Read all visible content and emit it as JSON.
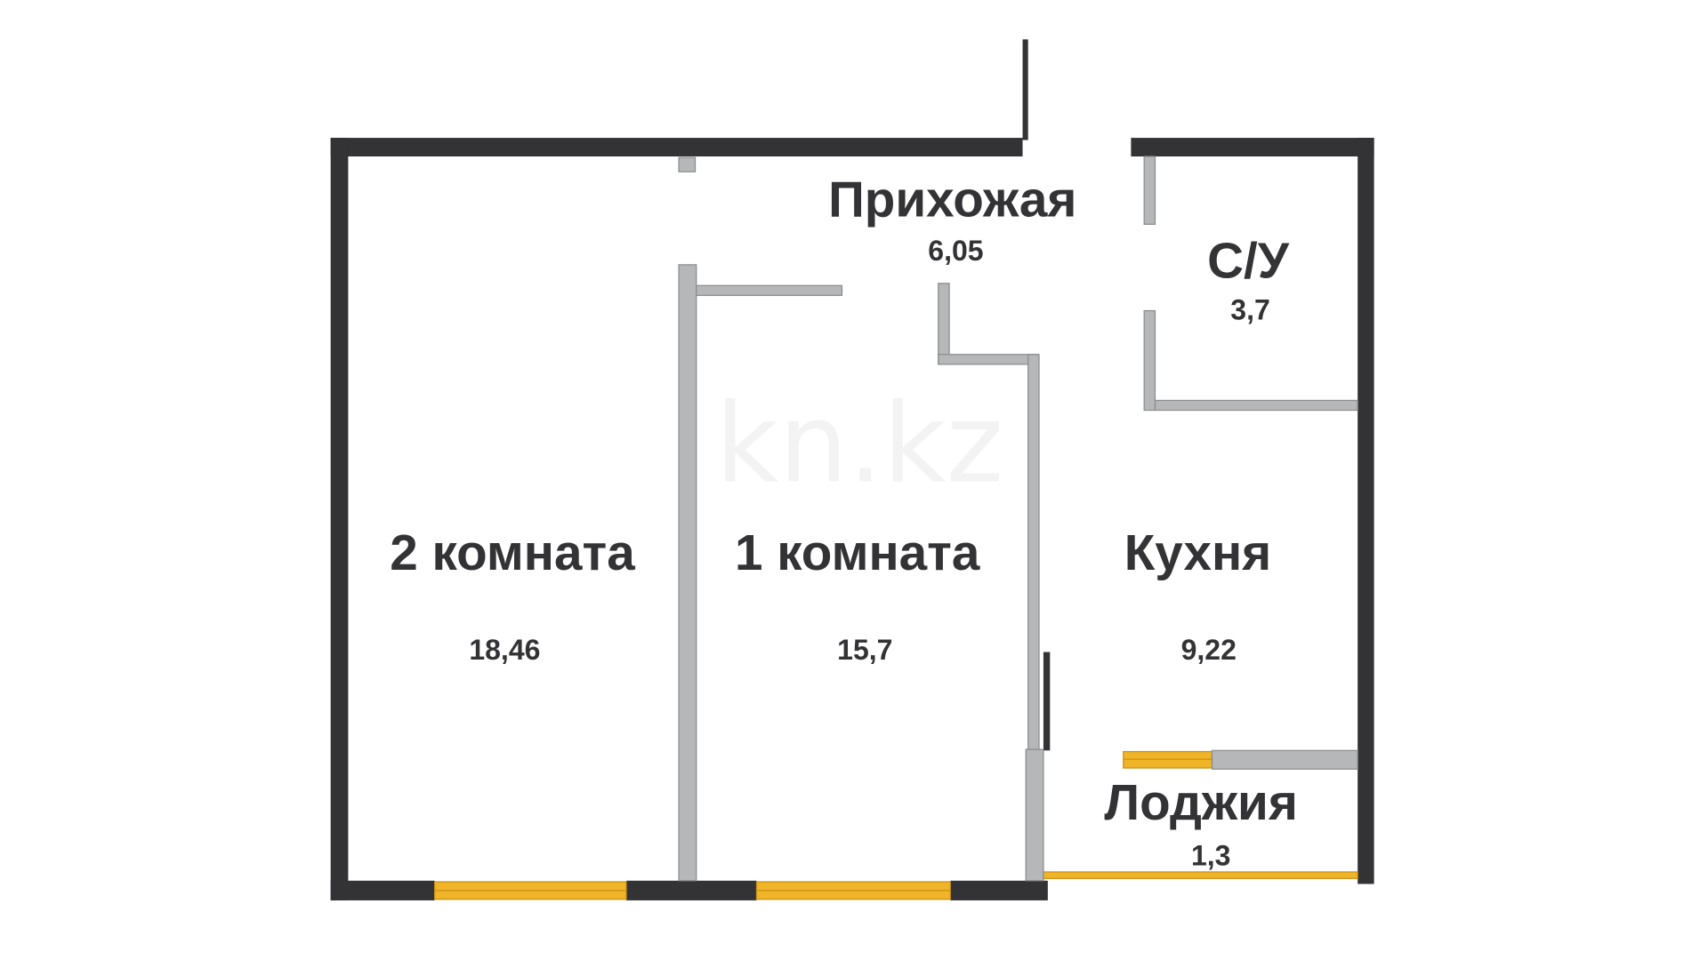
{
  "plan": {
    "watermark": "kn.kz",
    "colors": {
      "wall": "#333336",
      "partition": "#b5b7b8",
      "window": "#f0b429",
      "background": "#ffffff"
    },
    "rooms": [
      {
        "name": "Прихожая",
        "area": "6,05"
      },
      {
        "name": "С/У",
        "area": "3,7"
      },
      {
        "name": "2 комната",
        "area": "18,46"
      },
      {
        "name": "1 комната",
        "area": "15,7"
      },
      {
        "name": "Кухня",
        "area": "9,22"
      },
      {
        "name": "Лоджия",
        "area": "1,3"
      }
    ]
  }
}
